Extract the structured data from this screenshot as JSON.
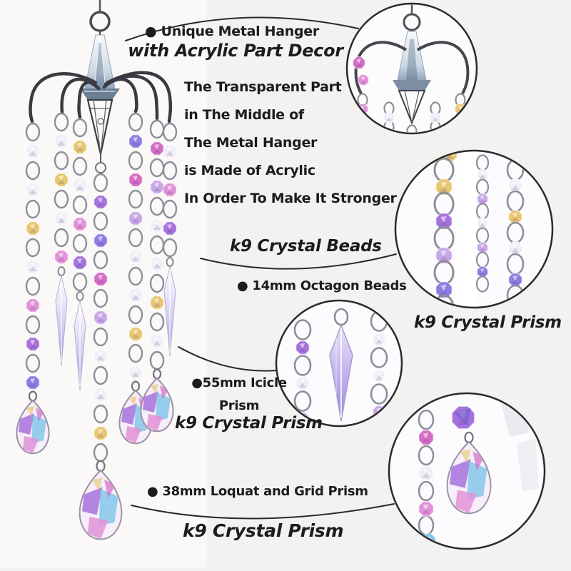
{
  "palette": {
    "background": "#f4f2f0",
    "text": "#1c1c1c",
    "line": "#2a2a2a",
    "metal_ring": "#8e8e9a",
    "metal_dark": "#3a3a42",
    "bead_pink": "#e292d8",
    "bead_clear": "#f0eef6",
    "bead_purple": "#a673dc",
    "bead_violet": "#8f7ce2",
    "bead_magenta": "#d46ec4",
    "bead_amber": "#e7c76f",
    "bead_lilac": "#c9a8e8",
    "bead_blue": "#7fc4e8",
    "icicle_lavender": "#ab97e6"
  },
  "annotations": {
    "hanger": {
      "line1": "● Unique Metal Hanger",
      "line2": "with Acrylic Part Decor"
    },
    "acrylic_note": {
      "lines": [
        "The Transparent Part",
        "in The Middle of",
        "The Metal Hanger",
        "is Made of Acrylic",
        "In Order To Make It Stronger"
      ]
    },
    "beads": {
      "title": "k9 Crystal Beads",
      "detail": "● 14mm Octagon Beads"
    },
    "prism_right": {
      "title": "k9 Crystal Prism"
    },
    "icicle": {
      "detail_line1": "●55mm Icicle",
      "detail_line2": "Prism",
      "title": "k9 Crystal Prism"
    },
    "loquat": {
      "detail": "● 38mm Loquat and Grid Prism",
      "title": "k9 Crystal Prism"
    }
  }
}
